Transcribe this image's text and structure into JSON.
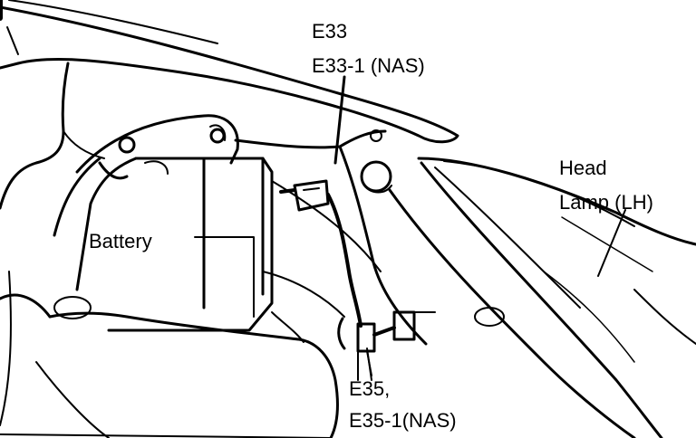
{
  "labels": {
    "e33": "E33",
    "e33_nas": "E33-1 (NAS)",
    "head": "Head",
    "lamp": "Lamp (LH)",
    "battery": "Battery",
    "e35": "E35,",
    "e35_nas": "E35-1(NAS)"
  },
  "colors": {
    "ink": "#000000",
    "paper": "#ffffff"
  }
}
